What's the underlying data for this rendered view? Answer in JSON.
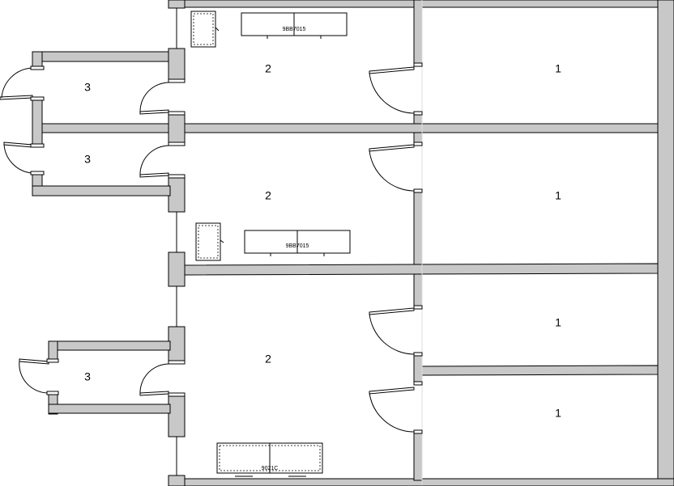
{
  "rooms": {
    "r1a": "1",
    "r1b": "1",
    "r1c": "1",
    "r1d": "1",
    "r2a": "2",
    "r2b": "2",
    "r2c": "2",
    "r3a": "3",
    "r3b": "3",
    "r3c": "3"
  },
  "furniture": {
    "cab_top": "9BB7015",
    "cab_mid": "9BB7015",
    "cab_bot": "9021C"
  },
  "colors": {
    "wall_fill": "#c8c8c8",
    "line": "#000000",
    "background": "#ffffff"
  }
}
